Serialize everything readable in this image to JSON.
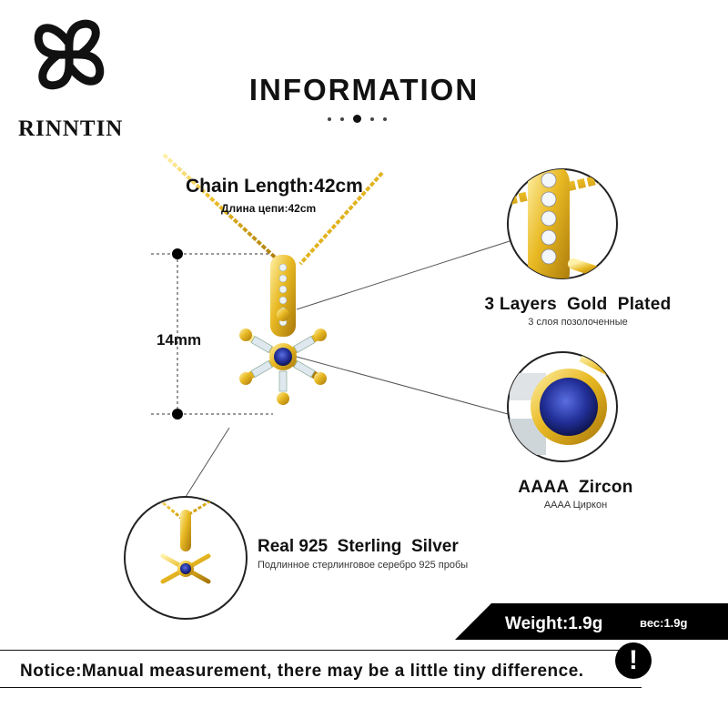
{
  "brand": {
    "name": "RINNTIN",
    "logo_icon": "clover-knot-logo"
  },
  "header": {
    "title": "INFORMATION",
    "pager_dots": 5,
    "active_dot": 2
  },
  "measurements": {
    "chain_length": "Chain Length:42cm",
    "chain_length_ru": "Длина цепи:42cm",
    "pendant_height": "14mm"
  },
  "features": {
    "plating": {
      "title": "3 Layers  Gold  Plated",
      "subtitle": "3 слоя позолоченные"
    },
    "stone": {
      "title": "AAAA  Zircon",
      "subtitle": "AAAA Циркон"
    },
    "material": {
      "title": "Real 925  Sterling  Silver",
      "subtitle": "Подлинное стерлинговое серебро 925 пробы"
    }
  },
  "weight": {
    "label": "Weight:1.9g",
    "label_ru": "вес:1.9g"
  },
  "notice": {
    "text": "Notice:Manual measurement, there may be a little tiny difference.",
    "icon": "exclamation-icon"
  },
  "colors": {
    "gold": "#e8b923",
    "gold_dark": "#b8860b",
    "sapphire": "#1f2f8f",
    "black": "#000000"
  }
}
